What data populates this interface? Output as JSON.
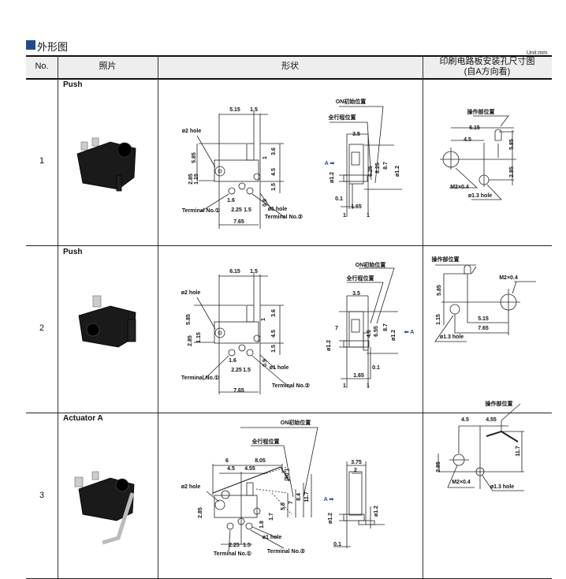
{
  "section_title": "外形图",
  "unit": "Unit:mm",
  "table_header": {
    "no": "No.",
    "photo": "照片",
    "shape": "形状",
    "mount_line1": "印刷电路板安装孔尺寸图",
    "mount_line2": "(自A方向看)"
  },
  "rows": [
    {
      "no": "1",
      "type": "Push",
      "shape": [
        "5.15",
        "1.5",
        "ø2 hole",
        "5.85",
        "2.85",
        "1.15",
        "3.6",
        "1",
        "4.5",
        "1.5",
        "0.9",
        "1.6",
        "2.25",
        "1.5",
        "ø1 hole",
        "Terminal No.①",
        "Terminal No.②",
        "7.65",
        "ON初始位置",
        "全行程位置",
        "3.5",
        "A ➡",
        "ø1.2",
        "6.25",
        "8.25",
        "8.7",
        "ø1.2",
        "0.1",
        "1.65",
        "1",
        "1"
      ],
      "mount": [
        "操作部位置",
        "6.15",
        "4.5",
        "5.85",
        "2.85",
        "M2×0.4",
        "ø1.3 hole"
      ]
    },
    {
      "no": "2",
      "type": "Push",
      "shape": [
        "6.15",
        "1.5",
        "ø2 hole",
        "5.85",
        "2.85",
        "1.15",
        "3.6",
        "1",
        "4.5",
        "1.5",
        "0.9",
        "1.6",
        "2.25",
        "1.5",
        "ø1 hole",
        "Terminal No.①",
        "Terminal No.②",
        "7.65",
        "ON初始位置",
        "全行程位置",
        "3.5",
        "7",
        "4.6",
        "6.55",
        "8.7",
        "ø1.2",
        "⬅ A",
        "ø1.2",
        "0.1",
        "1.65",
        "1",
        "1"
      ],
      "mount": [
        "操作部位置",
        "M2×0.4",
        "5.85",
        "1.15",
        "5.15",
        "7.65",
        "ø1.3 hole"
      ]
    },
    {
      "no": "3",
      "type": "Actuator A",
      "shape": [
        "ON初始位置",
        "全行程位置",
        "6",
        "8.05",
        "4.5",
        "4.55",
        "(50°)",
        "ø2 hole",
        "11.7",
        "8.4",
        "7",
        "5.5",
        "2.85",
        "1.7",
        "1.8",
        "ø1 hole",
        "2.25",
        "1.5",
        "Terminal No.①",
        "Terminal No.②",
        "3.75",
        "2",
        "A ➡",
        "ø1.2",
        "ø1.2",
        "0.1"
      ],
      "mount": [
        "操作部位置",
        "4.5",
        "4.55",
        "11.7",
        "2.85",
        "M2×0.4",
        "ø1.3 hole"
      ]
    }
  ]
}
